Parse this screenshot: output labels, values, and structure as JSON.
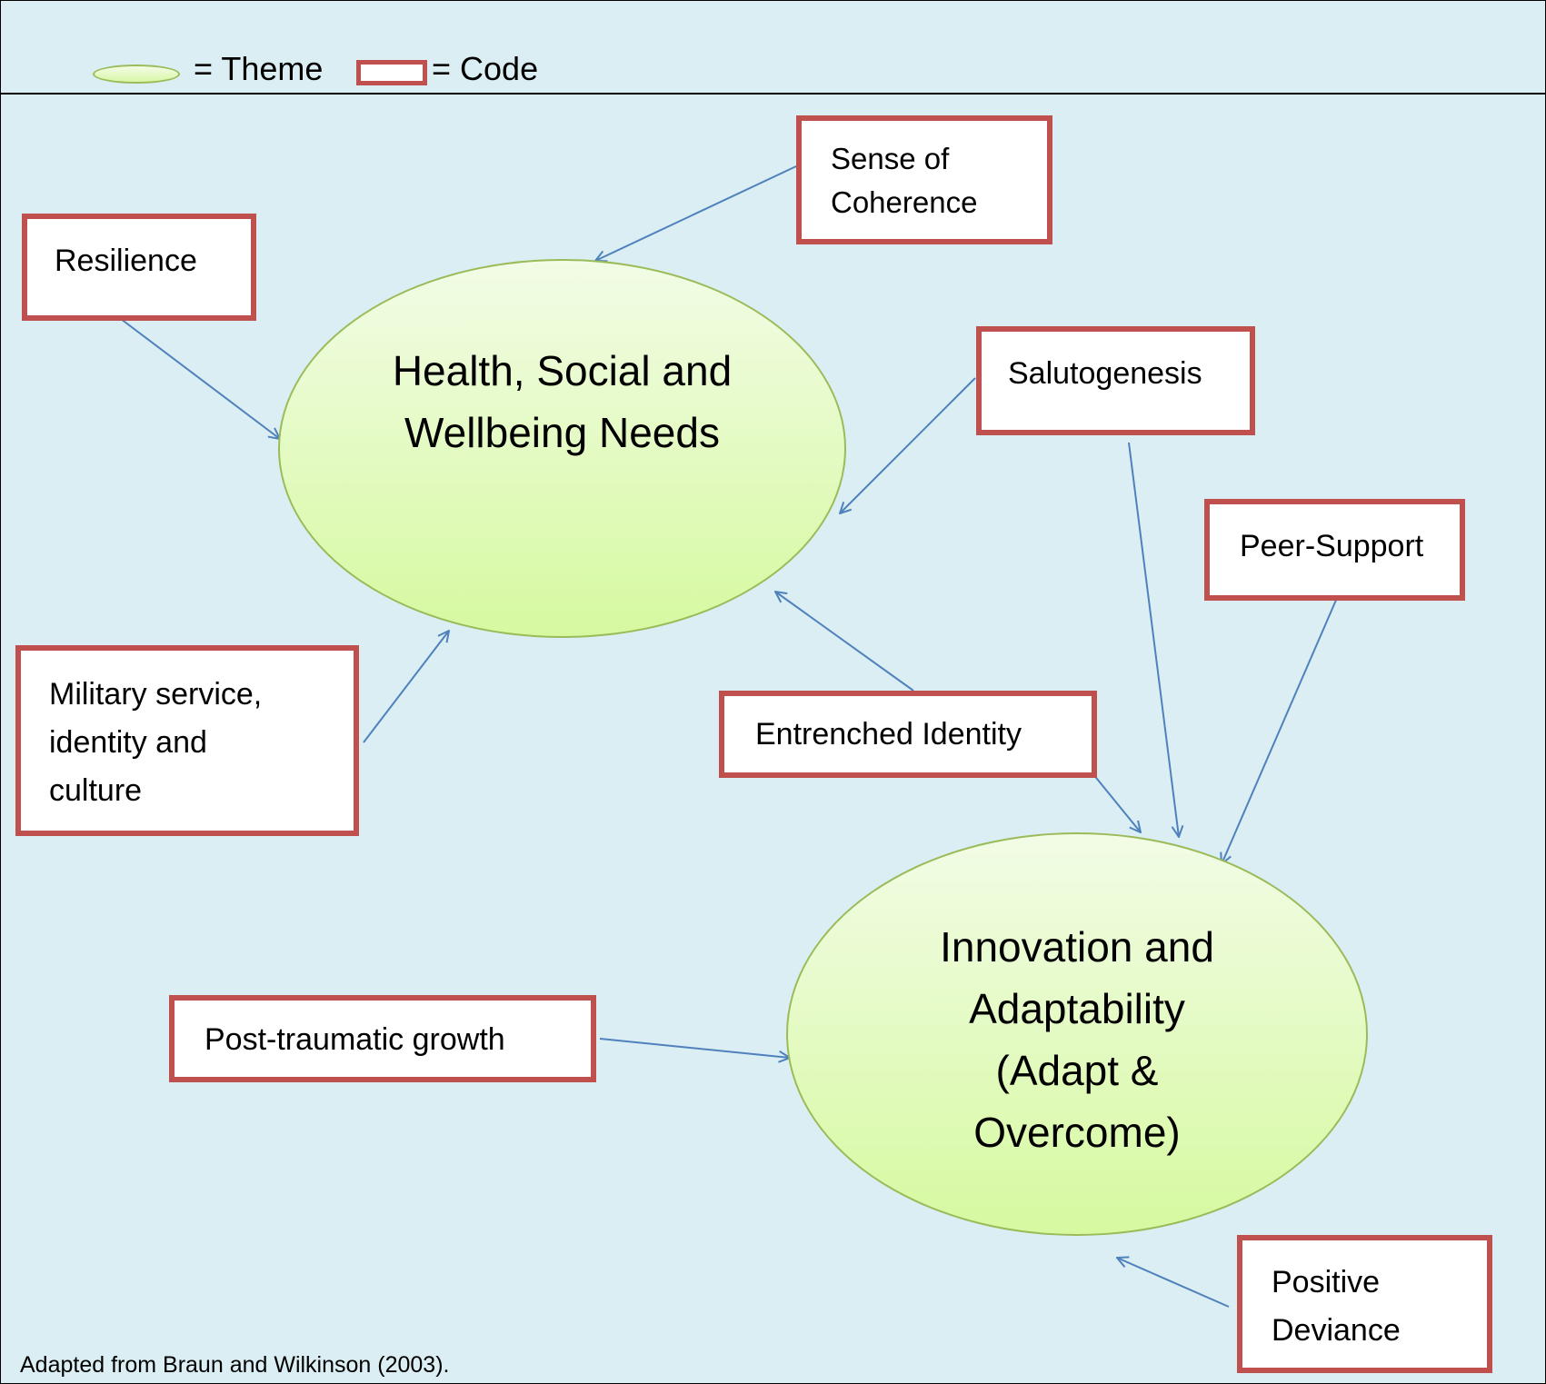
{
  "legend": {
    "theme_label": "= Theme",
    "code_label": "= Code"
  },
  "themes": {
    "health": "Health, Social and\nWellbeing Needs",
    "innovation": "Innovation and\nAdaptability\n(Adapt &\nOvercome)"
  },
  "codes": {
    "sense_of_coherence": "Sense of\nCoherence",
    "resilience": "Resilience",
    "salutogenesis": "Salutogenesis",
    "peer_support": "Peer-Support",
    "military": "Military service,\nidentity and\nculture",
    "entrenched_identity": "Entrenched Identity",
    "post_traumatic_growth": "Post-traumatic growth",
    "positive_deviance": "Positive\nDeviance"
  },
  "links": [
    {
      "from": "Sense of Coherence",
      "to": "Health, Social and Wellbeing Needs"
    },
    {
      "from": "Resilience",
      "to": "Health, Social and Wellbeing Needs"
    },
    {
      "from": "Salutogenesis",
      "to": "Health, Social and Wellbeing Needs"
    },
    {
      "from": "Military service, identity and culture",
      "to": "Health, Social and Wellbeing Needs"
    },
    {
      "from": "Entrenched Identity",
      "to": "Health, Social and Wellbeing Needs"
    },
    {
      "from": "Salutogenesis",
      "to": "Innovation and Adaptability (Adapt & Overcome)"
    },
    {
      "from": "Peer-Support",
      "to": "Innovation and Adaptability (Adapt & Overcome)"
    },
    {
      "from": "Entrenched Identity",
      "to": "Innovation and Adaptability (Adapt & Overcome)"
    },
    {
      "from": "Post-traumatic growth",
      "to": "Innovation and Adaptability (Adapt & Overcome)"
    },
    {
      "from": "Positive Deviance",
      "to": "Innovation and Adaptability (Adapt & Overcome)"
    }
  ],
  "colors": {
    "background": "#daeef3",
    "theme_border": "#9bbb59",
    "code_border": "#c0504d",
    "arrow": "#4f81bd"
  },
  "caption": "Adapted from Braun and Wilkinson (2003)."
}
